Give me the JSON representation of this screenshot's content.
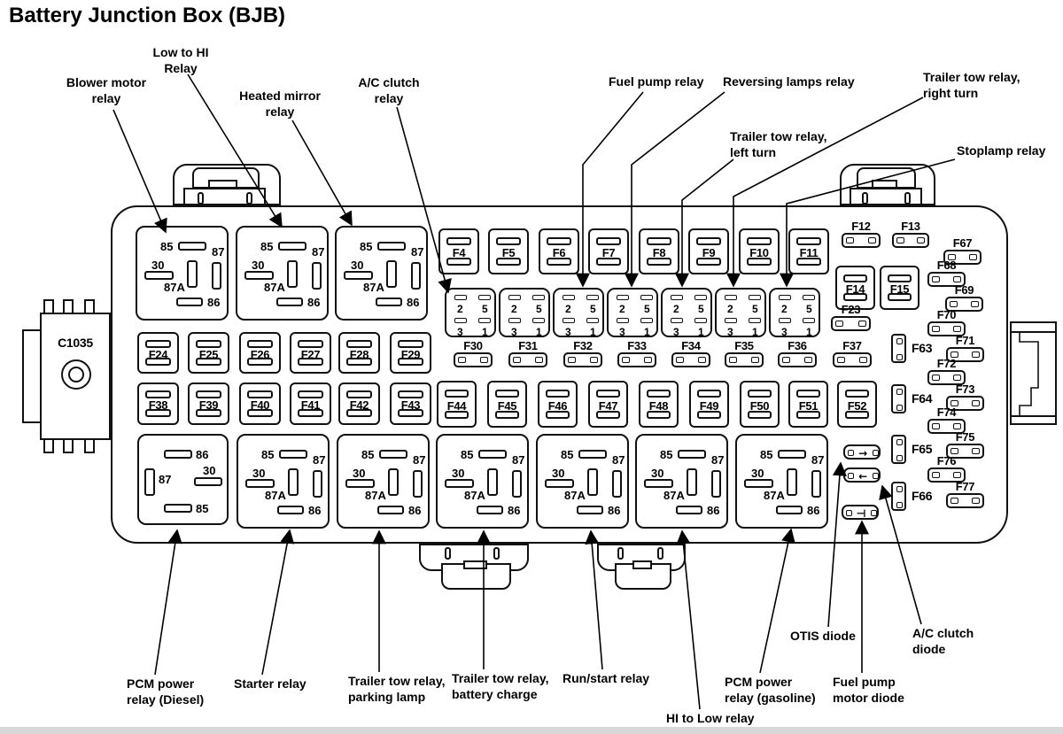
{
  "title": "Battery Junction Box (BJB)",
  "connector_label": "C1035",
  "relay_pins": {
    "p85": "85",
    "p30": "30",
    "p87": "87",
    "p87a": "87A",
    "p86": "86"
  },
  "small_relay_pins": [
    "2",
    "5",
    "3",
    "1"
  ],
  "fuses": {
    "top_row": [
      "F4",
      "F5",
      "F6",
      "F7",
      "F8",
      "F9",
      "F10",
      "F11"
    ],
    "mini_top": [
      "F12",
      "F13"
    ],
    "mid_big": [
      "F14",
      "F15"
    ],
    "f23": "F23",
    "row_a": [
      "F24",
      "F25",
      "F26",
      "F27",
      "F28",
      "F29"
    ],
    "row_mini": [
      "F30",
      "F31",
      "F32",
      "F33",
      "F34",
      "F35",
      "F36",
      "F37"
    ],
    "row_b": [
      "F38",
      "F39",
      "F40",
      "F41",
      "F42",
      "F43"
    ],
    "row_c": [
      "F44",
      "F45",
      "F46",
      "F47",
      "F48",
      "F49",
      "F50",
      "F51",
      "F52"
    ],
    "vertical": [
      "F63",
      "F64",
      "F65",
      "F66"
    ],
    "right_col": [
      "F67",
      "F68",
      "F69",
      "F70",
      "F71",
      "F72",
      "F73",
      "F74",
      "F75",
      "F76",
      "F77"
    ]
  },
  "diodes": [
    {
      "id": "otis-diode-slot",
      "symbol": "→"
    },
    {
      "id": "ac-clutch-diode-slot",
      "symbol": "←"
    },
    {
      "id": "fuel-pump-motor-diode-slot",
      "symbol": "⊣"
    }
  ],
  "callouts": [
    {
      "id": "blower-motor-relay",
      "text": "Blower motor\nrelay"
    },
    {
      "id": "low-to-hi-relay",
      "text": "Low to HI\nRelay"
    },
    {
      "id": "heated-mirror-relay",
      "text": "Heated mirror\nrelay"
    },
    {
      "id": "ac-clutch-relay",
      "text": "A/C clutch\nrelay"
    },
    {
      "id": "fuel-pump-relay",
      "text": "Fuel pump relay"
    },
    {
      "id": "reversing-lamps-relay",
      "text": "Reversing lamps relay"
    },
    {
      "id": "trailer-tow-relay-right-turn",
      "text": "Trailer tow relay,\nright turn"
    },
    {
      "id": "trailer-tow-relay-left-turn",
      "text": "Trailer tow relay,\nleft turn"
    },
    {
      "id": "stoplamp-relay",
      "text": "Stoplamp relay"
    },
    {
      "id": "pcm-power-relay-diesel",
      "text": "PCM power\nrelay (Diesel)"
    },
    {
      "id": "starter-relay",
      "text": "Starter relay"
    },
    {
      "id": "trailer-tow-relay-parking-lamp",
      "text": "Trailer tow relay,\nparking lamp"
    },
    {
      "id": "trailer-tow-relay-battery-charge",
      "text": "Trailer tow relay,\nbattery charge"
    },
    {
      "id": "run-start-relay",
      "text": "Run/start relay"
    },
    {
      "id": "hi-to-low-relay",
      "text": "HI to Low relay"
    },
    {
      "id": "pcm-power-relay-gasoline",
      "text": "PCM power\nrelay (gasoline)"
    },
    {
      "id": "otis-diode",
      "text": "OTIS diode"
    },
    {
      "id": "fuel-pump-motor-diode",
      "text": "Fuel pump\nmotor diode"
    },
    {
      "id": "ac-clutch-diode",
      "text": "A/C clutch\ndiode"
    }
  ]
}
